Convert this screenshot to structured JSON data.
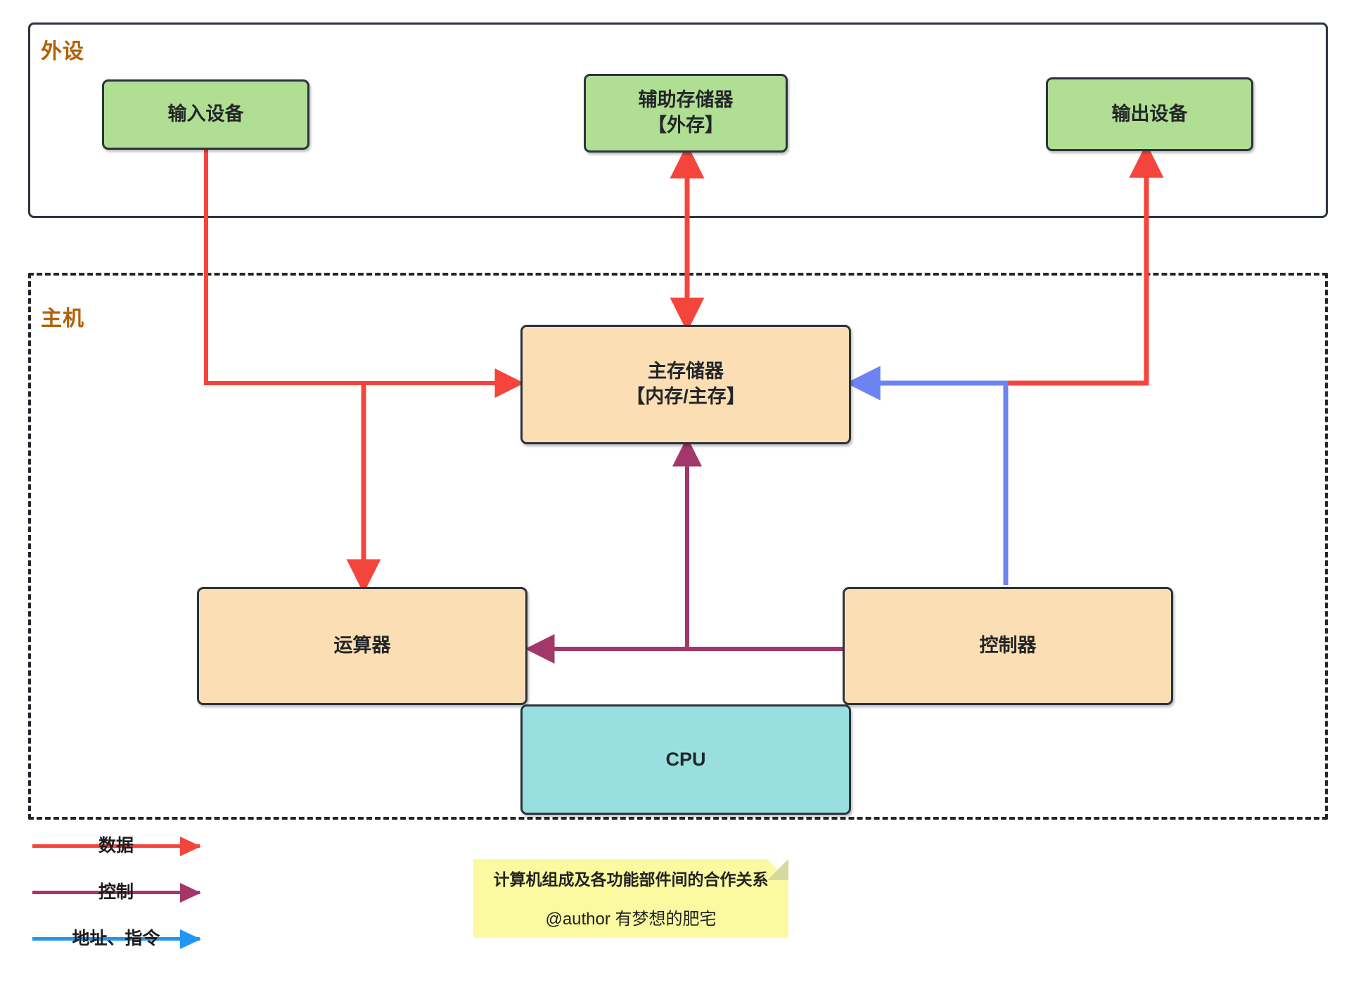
{
  "diagram": {
    "title_note": {
      "title": "计算机组成及各功能部件间的合作关系",
      "author": "@author 有梦想的肥宅"
    },
    "containers": [
      {
        "id": "peripherals",
        "label": "外设",
        "style": "solid"
      },
      {
        "id": "host",
        "label": "主机",
        "style": "dashed"
      }
    ],
    "nodes": [
      {
        "id": "input-device",
        "label": "输入设备",
        "color": "#b0de93",
        "group": "peripherals"
      },
      {
        "id": "aux-storage",
        "label": "辅助存储器\n【外存】",
        "color": "#b0de93",
        "group": "peripherals"
      },
      {
        "id": "output-device",
        "label": "输出设备",
        "color": "#b0de93",
        "group": "peripherals"
      },
      {
        "id": "main-memory",
        "label": "主存储器\n【内存/主存】",
        "color": "#fbdeb4",
        "group": "host"
      },
      {
        "id": "alu",
        "label": "运算器",
        "color": "#fbdeb4",
        "group": "host"
      },
      {
        "id": "control-unit",
        "label": "控制器",
        "color": "#fbdeb4",
        "group": "host"
      },
      {
        "id": "cpu",
        "label": "CPU",
        "color": "#99dfdf",
        "group": "host"
      }
    ],
    "edges": [
      {
        "id": "input-to-memory",
        "from": "input-device",
        "to": "main-memory",
        "kind": "data",
        "color": "#f4453c",
        "direction": "one-way"
      },
      {
        "id": "input-to-alu",
        "from": "input-device",
        "to": "alu",
        "kind": "data",
        "color": "#f4453c",
        "direction": "one-way"
      },
      {
        "id": "memory-aux-bidir",
        "from": "main-memory",
        "to": "aux-storage",
        "kind": "data",
        "color": "#f4453c",
        "direction": "two-way"
      },
      {
        "id": "memory-to-output",
        "from": "main-memory",
        "to": "output-device",
        "kind": "data",
        "color": "#f4453c",
        "direction": "one-way"
      },
      {
        "id": "control-to-alu",
        "from": "control-unit",
        "to": "alu",
        "kind": "control",
        "color": "#a33769",
        "direction": "one-way"
      },
      {
        "id": "control-to-memory",
        "from": "control-unit",
        "to": "main-memory",
        "kind": "control",
        "color": "#a33769",
        "direction": "one-way"
      },
      {
        "id": "control-to-memory-addr",
        "from": "control-unit",
        "to": "main-memory",
        "kind": "address",
        "color": "#6d83f2",
        "direction": "one-way"
      }
    ],
    "legend": [
      {
        "id": "legend-data",
        "label": "数据",
        "color": "#f4453c"
      },
      {
        "id": "legend-control",
        "label": "控制",
        "color": "#a33769"
      },
      {
        "id": "legend-address",
        "label": "地址、指令",
        "color": "#2196f3"
      }
    ],
    "colors": {
      "green": "#b0de93",
      "orange": "#fbdeb4",
      "cyan": "#99dfdf",
      "note": "#fbfaa1",
      "container_label": "#b45f06",
      "stroke": "#2b333d",
      "data": "#f4453c",
      "control": "#a33769",
      "address": "#6d83f2",
      "address_legend": "#2196f3"
    }
  }
}
